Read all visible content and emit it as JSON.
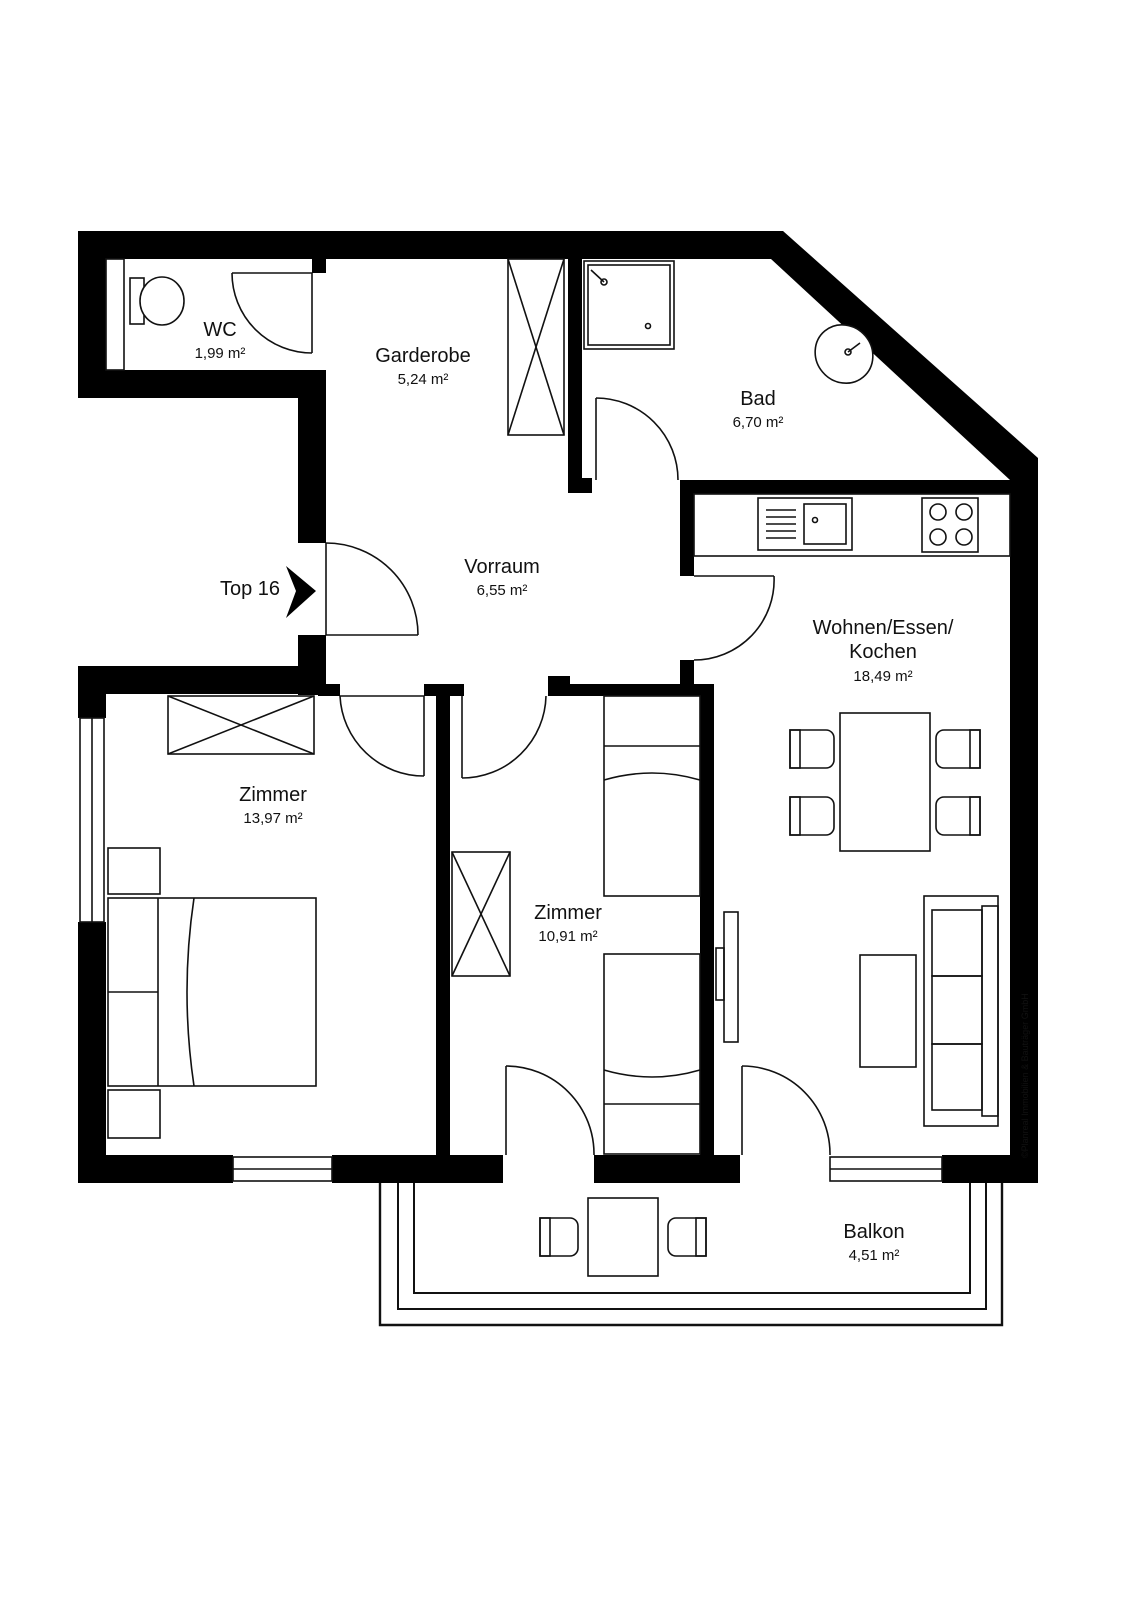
{
  "plan": {
    "entry_label": "Top 16",
    "copyright": "©Planreal Immobilien & Bauträger GmbH",
    "rooms": {
      "wc": {
        "name": "WC",
        "area": "1,99 m²"
      },
      "garderobe": {
        "name": "Garderobe",
        "area": "5,24 m²"
      },
      "bad": {
        "name": "Bad",
        "area": "6,70 m²"
      },
      "vorraum": {
        "name": "Vorraum",
        "area": "6,55 m²"
      },
      "wohnen_line1": "Wohnen/Essen/",
      "wohnen_line2": "Kochen",
      "wohnen_area": "18,49 m²",
      "zimmer1": {
        "name": "Zimmer",
        "area": "13,97 m²"
      },
      "zimmer2": {
        "name": "Zimmer",
        "area": "10,91 m²"
      },
      "balkon": {
        "name": "Balkon",
        "area": "4,51 m²"
      }
    }
  }
}
